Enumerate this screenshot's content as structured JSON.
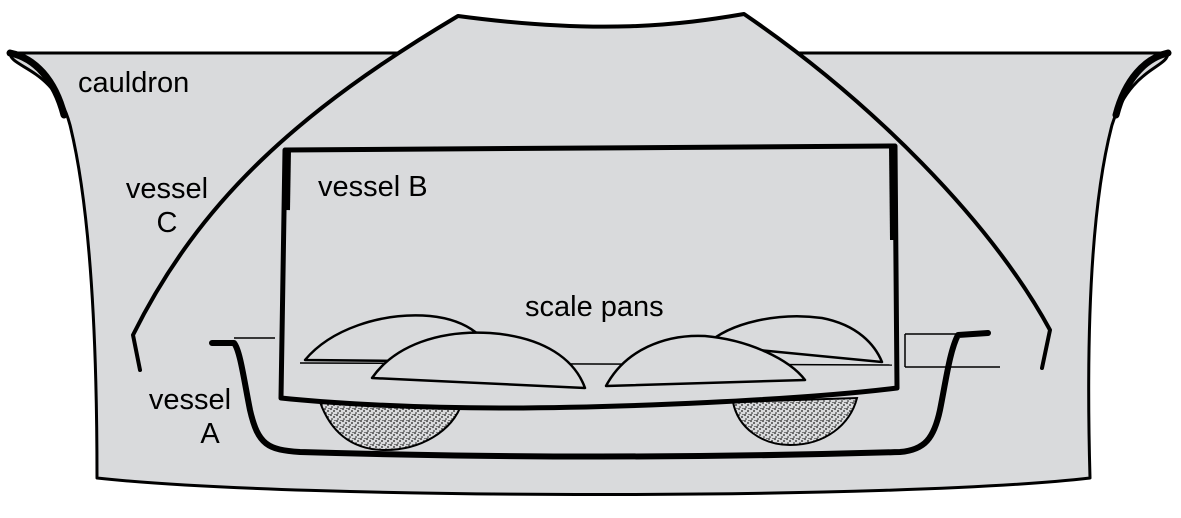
{
  "diagram": {
    "labels": {
      "cauldron": "cauldron",
      "vessel_c_line1": "vessel",
      "vessel_c_line2": "C",
      "vessel_b": "vessel B",
      "scale_pans": "scale pans",
      "vessel_a_line1": "vessel",
      "vessel_a_line2": "A"
    },
    "colors": {
      "fill": "#d9dadc",
      "stroke": "#000000",
      "background": "#ffffff",
      "stipple": "#1a1a1a"
    },
    "icons": {
      "weight_left": "stippled-weight",
      "weight_right": "stippled-weight"
    }
  }
}
